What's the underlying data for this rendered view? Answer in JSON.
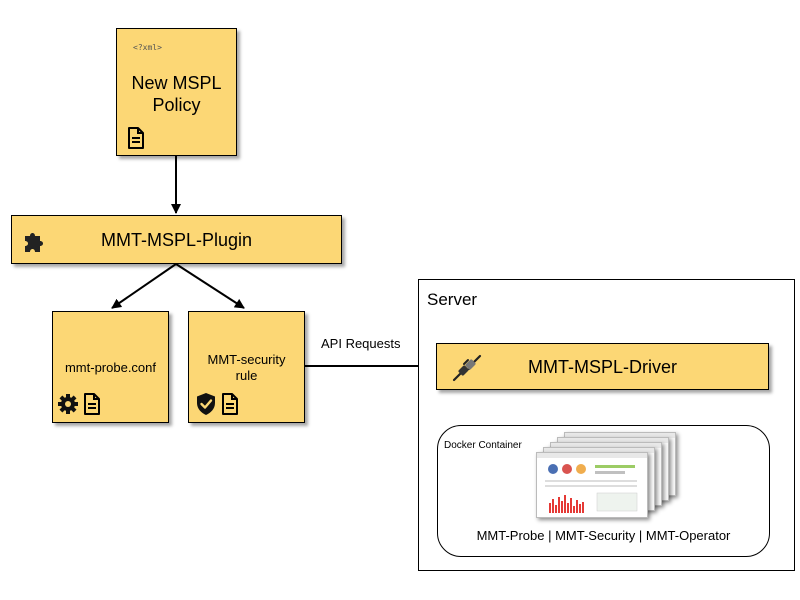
{
  "policy": {
    "xml_tag": "<?xml>",
    "title_line1": "New MSPL",
    "title_line2": "Policy"
  },
  "plugin": {
    "title": "MMT-MSPL-Plugin"
  },
  "probe_conf": {
    "label": "mmt-probe.conf"
  },
  "security_rule": {
    "label_line1": "MMT-security",
    "label_line2": "rule"
  },
  "api": {
    "label": "API Requests"
  },
  "server": {
    "label": "Server"
  },
  "driver": {
    "title": "MMT-MSPL-Driver"
  },
  "docker": {
    "label": "Docker Container",
    "components": "MMT-Probe | MMT-Security | MMT-Operator"
  },
  "colors": {
    "box_fill": "#fcd775",
    "stroke": "#000000"
  }
}
